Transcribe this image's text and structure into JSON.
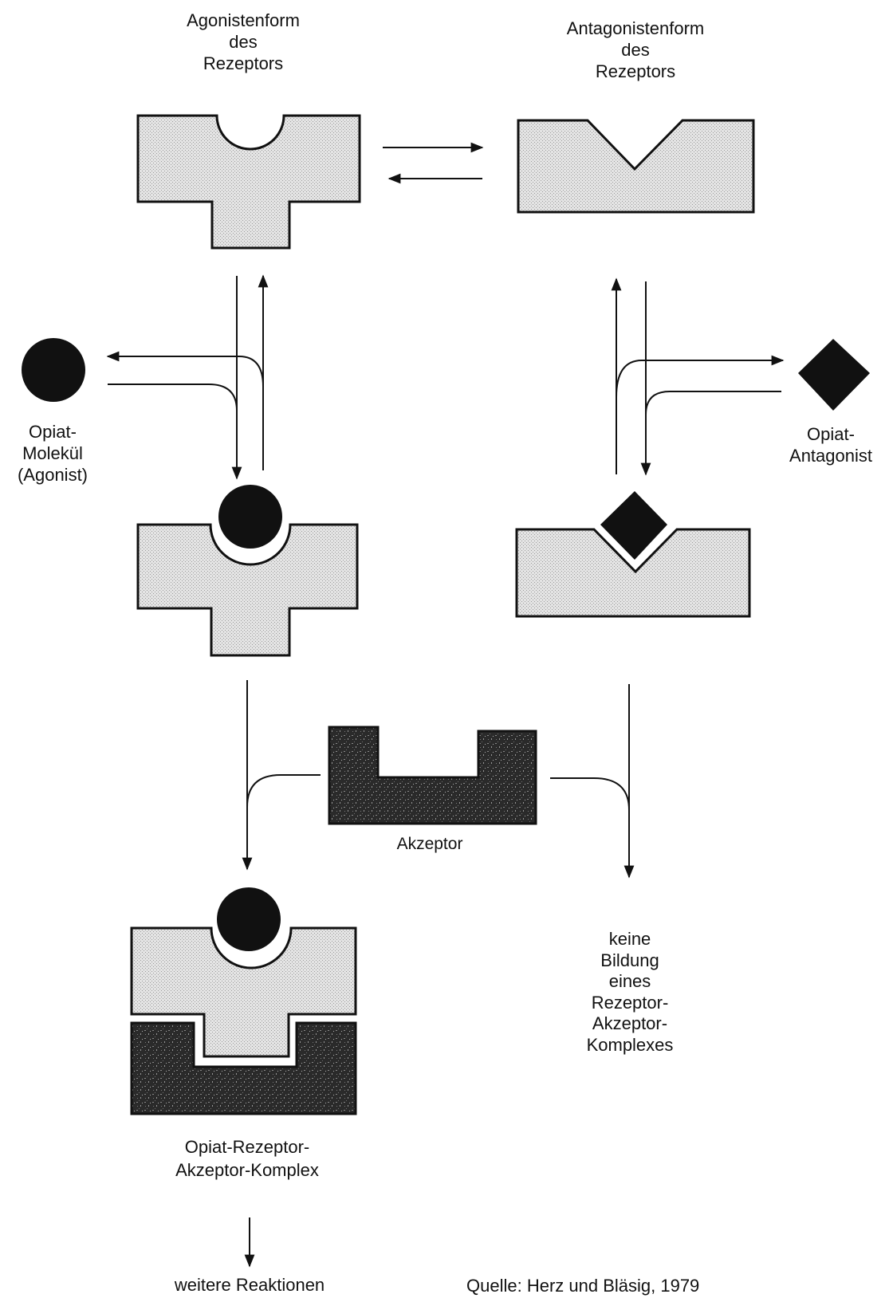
{
  "labels": {
    "agonist_form": "Agonistenform\ndes\nRezeptors",
    "antagonist_form": "Antagonistenform\ndes\nRezeptors",
    "opiate_molecule": "Opiat-\nMolekül\n(Agonist)",
    "opiate_antagonist": "Opiat-\nAntagonist",
    "acceptor": "Akzeptor",
    "no_complex": "keine\nBildung\neines\nRezeptor-\nAkzeptor-\nKomplexes",
    "complex": "Opiat-Rezeptor-\nAkzeptor-Komplex",
    "further_reactions": "weitere Reaktionen",
    "source": "Quelle: Herz und Bläsig, 1979"
  },
  "colors": {
    "receptor_fill": "#d6d6d6",
    "acceptor_fill": "#2b2b2b",
    "ligand_fill": "#111111",
    "line": "#111111"
  }
}
